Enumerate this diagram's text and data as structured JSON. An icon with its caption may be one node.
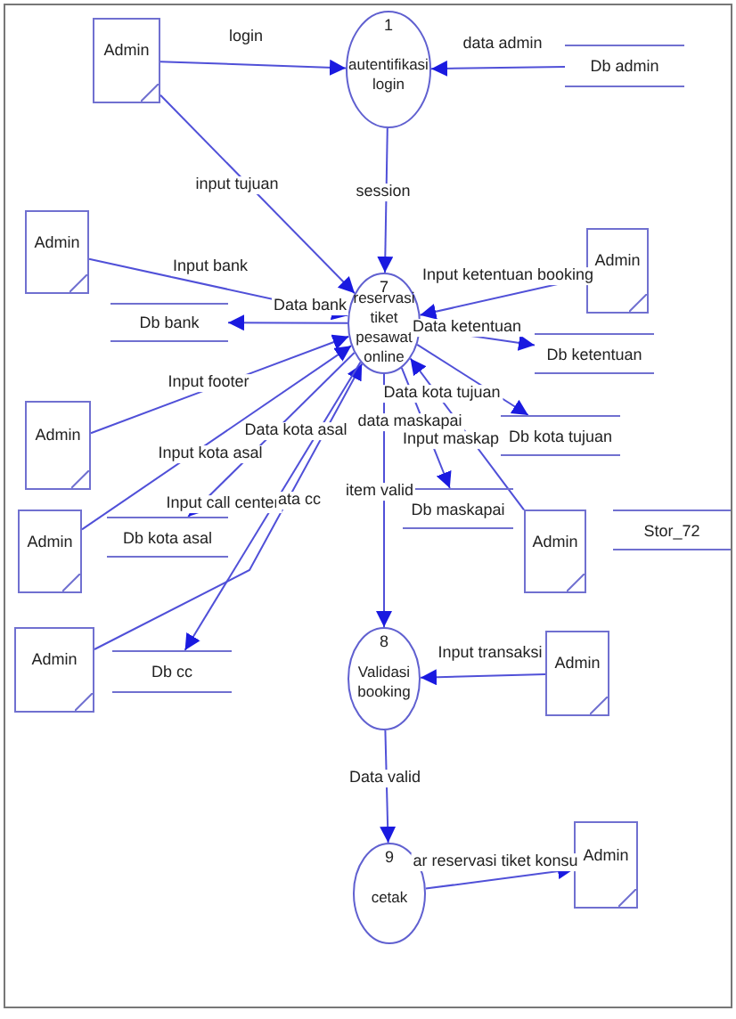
{
  "diagram": {
    "nodes": [
      {
        "text": [
          "Admin"
        ]
      },
      {
        "text": [
          "1",
          "autentifikasi login"
        ]
      },
      {
        "text": [
          "Db admin"
        ]
      },
      {
        "text": [
          "Admin"
        ]
      },
      {
        "text": [
          "7",
          "reservasi tiket pesawat online"
        ]
      },
      {
        "text": [
          "Admin"
        ]
      },
      {
        "text": [
          "Db bank"
        ]
      },
      {
        "text": [
          "Db ketentuan"
        ]
      },
      {
        "text": [
          "Admin"
        ]
      },
      {
        "text": [
          "Db kota tujuan"
        ]
      },
      {
        "text": [
          "Db kota asal"
        ]
      },
      {
        "text": [
          "Db maskapai"
        ]
      },
      {
        "text": [
          "Admin"
        ]
      },
      {
        "text": [
          "Admin"
        ]
      },
      {
        "text": [
          "Stor_72"
        ]
      },
      {
        "text": [
          "Admin"
        ]
      },
      {
        "text": [
          "Db cc"
        ]
      },
      {
        "text": [
          "8",
          "Validasi booking"
        ]
      },
      {
        "text": [
          "Admin"
        ]
      },
      {
        "text": [
          "9",
          "cetak"
        ]
      },
      {
        "text": [
          "Admin"
        ]
      }
    ],
    "edges": [
      {
        "from": 0,
        "to": 1,
        "arrow": "to",
        "label": "login"
      },
      {
        "from": 2,
        "to": 1,
        "arrow": "to",
        "label": "data admin"
      },
      {
        "from": 0,
        "to": 4,
        "arrow": "to",
        "label": "input tujuan"
      },
      {
        "from": 1,
        "to": 4,
        "arrow": "to",
        "label": "session"
      },
      {
        "from": 3,
        "to": 4,
        "arrow": "to",
        "label": "Input bank"
      },
      {
        "from": 4,
        "to": 6,
        "arrow": "to",
        "label": "Data bank"
      },
      {
        "from": 5,
        "to": 4,
        "arrow": "to",
        "label": "Input ketentuan booking"
      },
      {
        "from": 4,
        "to": 7,
        "arrow": "to",
        "label": "Data ketentuan"
      },
      {
        "from": 8,
        "to": 4,
        "arrow": "to",
        "label": "Input footer"
      },
      {
        "from": 4,
        "to": 9,
        "arrow": "to",
        "label": "Data kota tujuan"
      },
      {
        "from": 13,
        "to": 4,
        "arrow": "to",
        "label": "Input kota asal"
      },
      {
        "from": 4,
        "to": 10,
        "arrow": "to",
        "label": "Data kota asal"
      },
      {
        "from": 15,
        "to": 4,
        "arrow": "to",
        "label": "Input call center"
      },
      {
        "from": 4,
        "to": 16,
        "arrow": "to",
        "label": "ata cc"
      },
      {
        "from": 4,
        "to": 11,
        "arrow": "to",
        "label": "data maskapai"
      },
      {
        "from": 12,
        "to": 4,
        "arrow": "to",
        "label": "Input maskap"
      },
      {
        "from": 4,
        "to": 17,
        "arrow": "to",
        "label": "item valid"
      },
      {
        "from": 18,
        "to": 17,
        "arrow": "to",
        "label": "Input transaksi"
      },
      {
        "from": 17,
        "to": 19,
        "arrow": "to",
        "label": "Data valid"
      },
      {
        "from": 19,
        "to": 20,
        "arrow": "to",
        "label": "ar reservasi tiket konsu"
      }
    ]
  }
}
